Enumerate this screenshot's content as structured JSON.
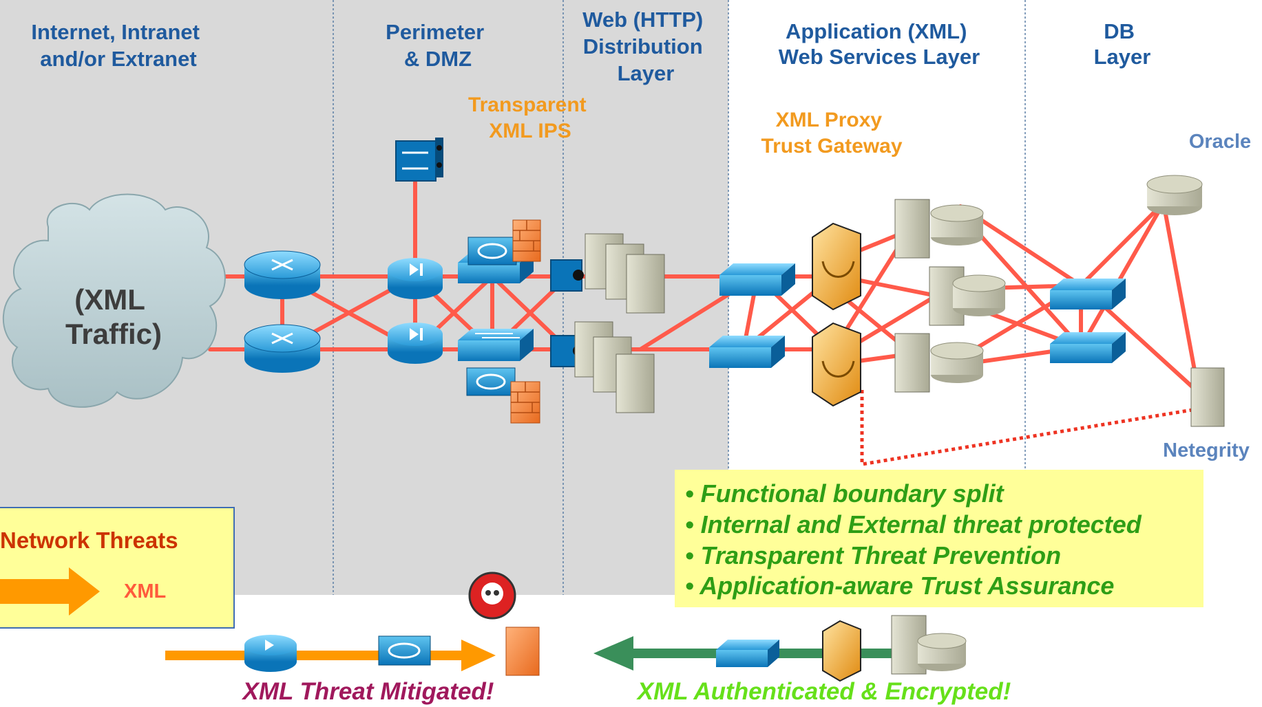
{
  "zones": {
    "internet": [
      "Internet, Intranet",
      "and/or Extranet"
    ],
    "perimeter": [
      "Perimeter",
      "& DMZ"
    ],
    "web": [
      "Web (HTTP)",
      "Distribution",
      "Layer"
    ],
    "application": [
      "Application (XML)",
      "Web Services Layer"
    ],
    "db": [
      "DB",
      "Layer"
    ]
  },
  "callouts": {
    "ips": [
      "Transparent",
      "XML IPS"
    ],
    "proxy": [
      "XML Proxy",
      "Trust Gateway"
    ]
  },
  "nodes": {
    "oracle": "Oracle",
    "netegrity": "Netegrity",
    "cloud": [
      "(XML",
      "Traffic)"
    ]
  },
  "legend": {
    "title": "Network Threats",
    "xml_label": "XML"
  },
  "benefits": [
    "• Functional boundary split",
    "• Internal and External threat protected",
    "• Transparent Threat Prevention",
    "• Application-aware Trust Assurance"
  ],
  "captions": {
    "mitigated": "XML Threat Mitigated!",
    "authenticated": "XML Authenticated & Encrypted!"
  },
  "colors": {
    "link": "#ff5a4a",
    "zone_blue": "#1f5a9e",
    "accent_orange": "#f29a1f",
    "benefit_green": "#2e9e16",
    "caption_red": "#a0185c",
    "caption_green": "#66e01a",
    "callout_bg": "#ffff99"
  }
}
